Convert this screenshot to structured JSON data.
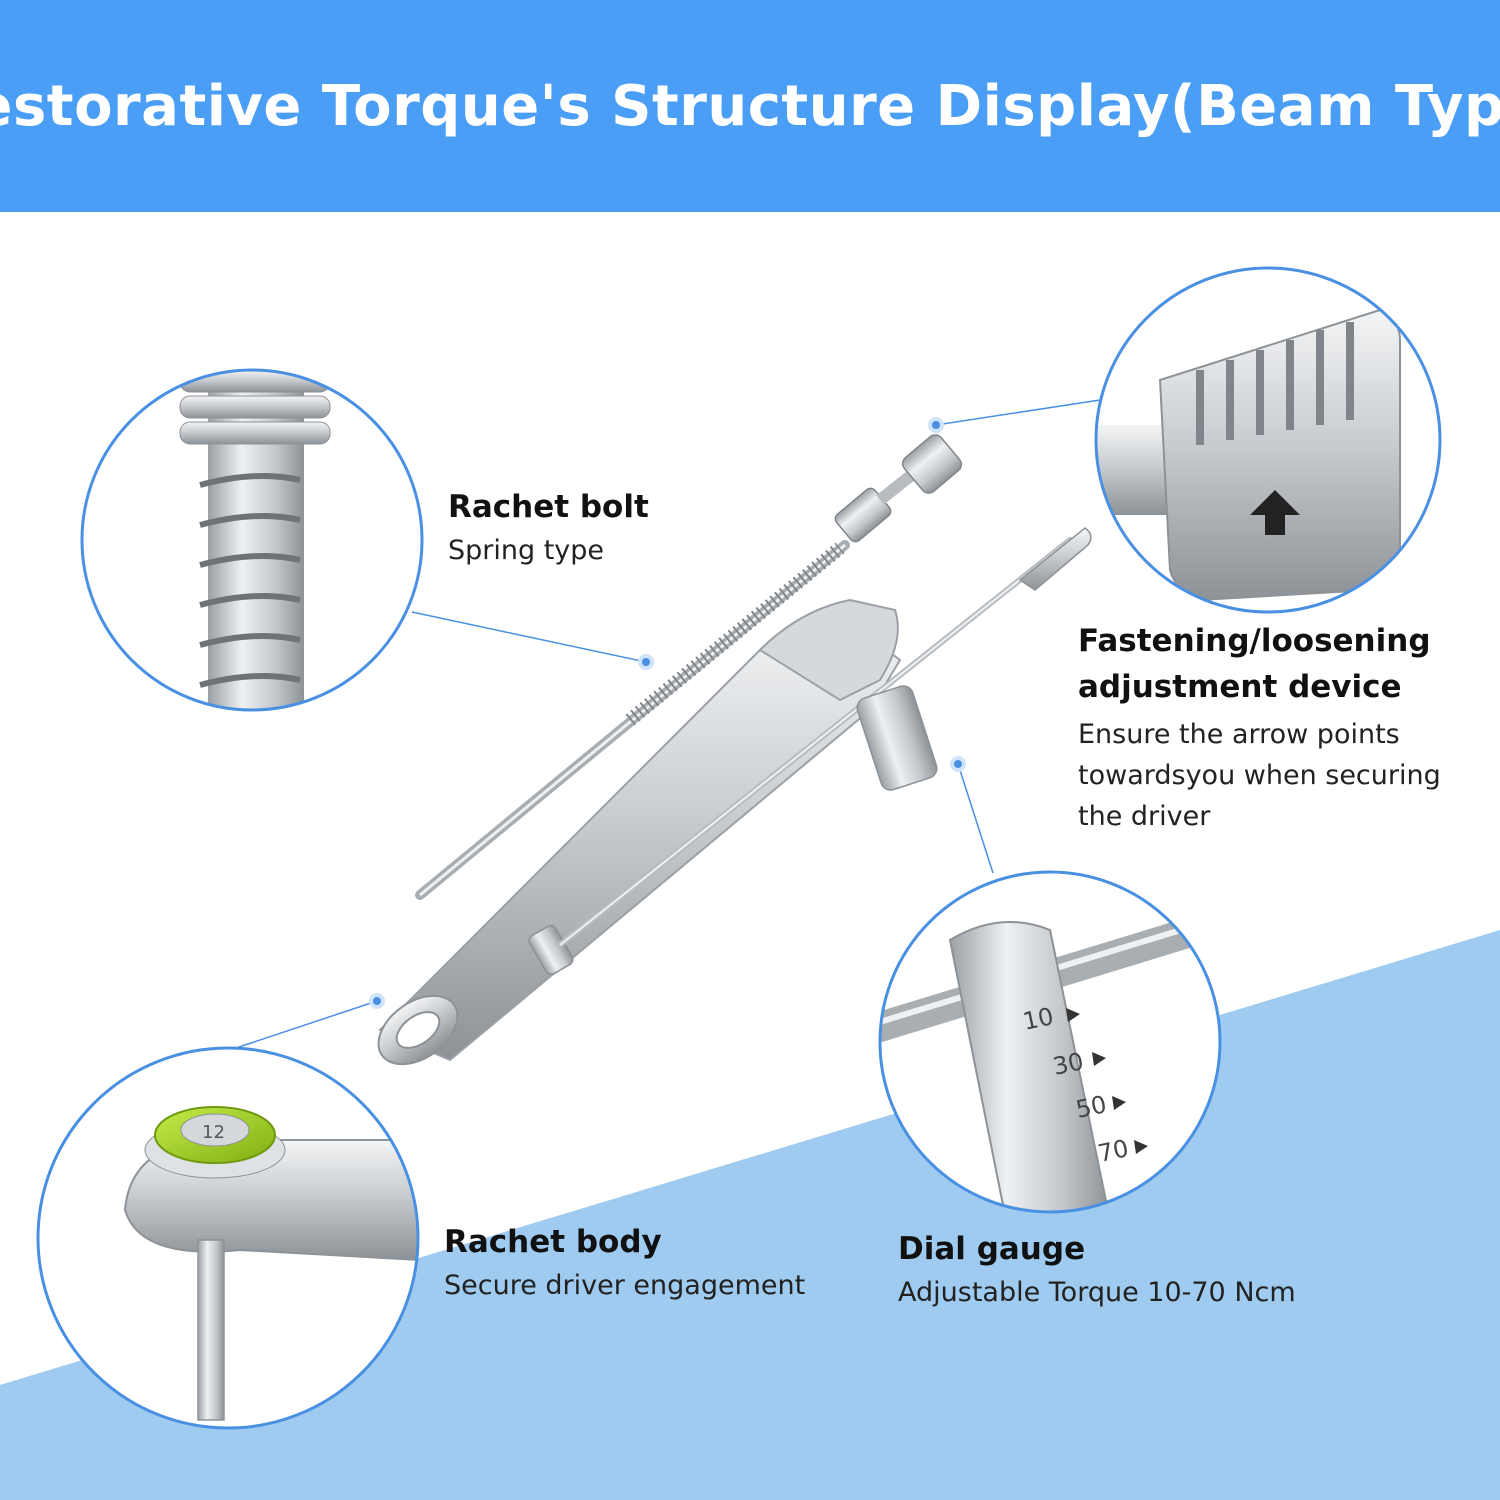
{
  "header": {
    "title": "Restorative Torque's Structure Display(Beam Type)"
  },
  "colors": {
    "banner": "#4a9ef5",
    "accent": "#4a90e2",
    "lower_band": "#9ecbef",
    "steel": "#c8ccd0",
    "ring_green": "#9acd32"
  },
  "callouts": {
    "rachet_bolt": {
      "title": "Rachet bolt",
      "desc": "Spring type"
    },
    "adjust_device": {
      "title_line1": "Fastening/loosening",
      "title_line2": "adjustment device",
      "desc": "Ensure the arrow points towardsyou when securing the driver"
    },
    "rachet_body": {
      "title": "Rachet body",
      "desc": "Secure driver engagement"
    },
    "dial_gauge": {
      "title": "Dial gauge",
      "desc": "Adjustable Torque 10-70 Ncm"
    }
  },
  "gauge_marks": [
    "10",
    "30",
    "50",
    "70"
  ],
  "ring_label": "12"
}
